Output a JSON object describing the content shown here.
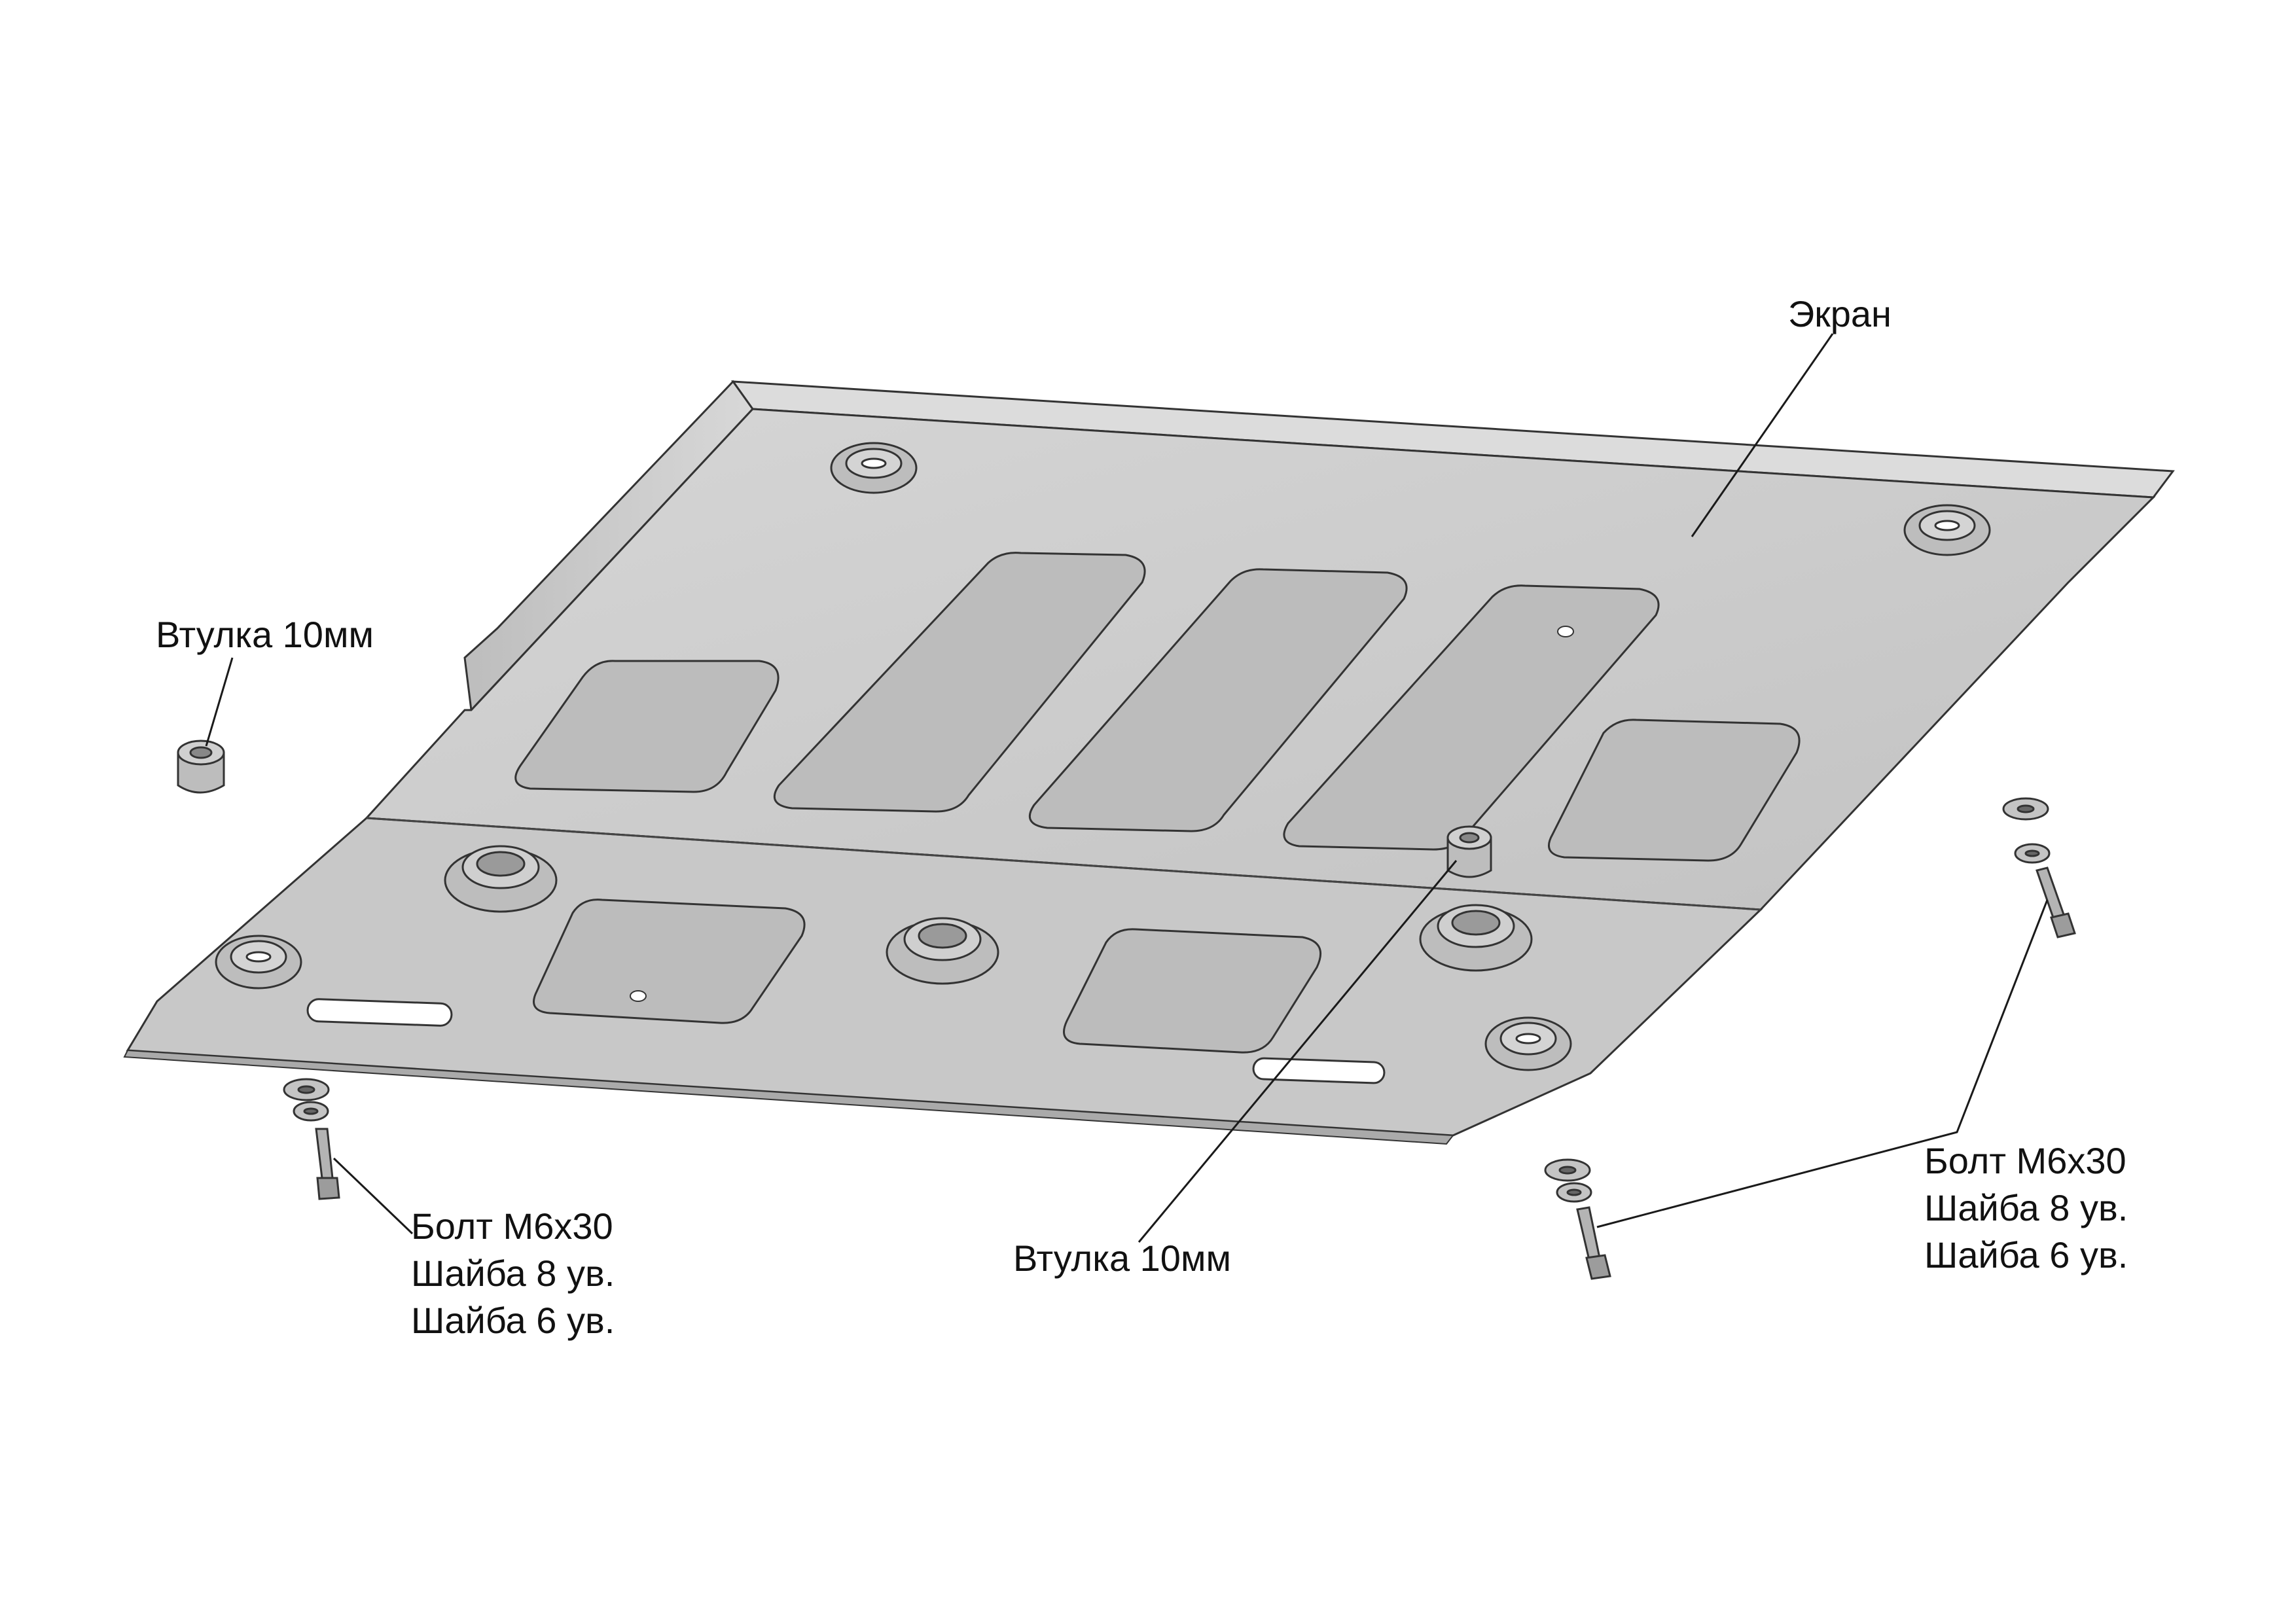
{
  "labels": {
    "screen": "Экран",
    "bushing_left": "Втулка 10мм",
    "bushing_center": "Втулка 10мм",
    "hardware_left": [
      "Болт М6х30",
      "Шайба 8 ув.",
      "Шайба 6 ув."
    ],
    "hardware_right": [
      "Болт М6х30",
      "Шайба 8 ув.",
      "Шайба 6 ув."
    ]
  },
  "colors": {
    "plate_fill": "#c6c6c6",
    "plate_top": "#d2d2d2",
    "edge": "#b4b4b4",
    "line": "#1a1a1a",
    "background": "#ffffff"
  }
}
